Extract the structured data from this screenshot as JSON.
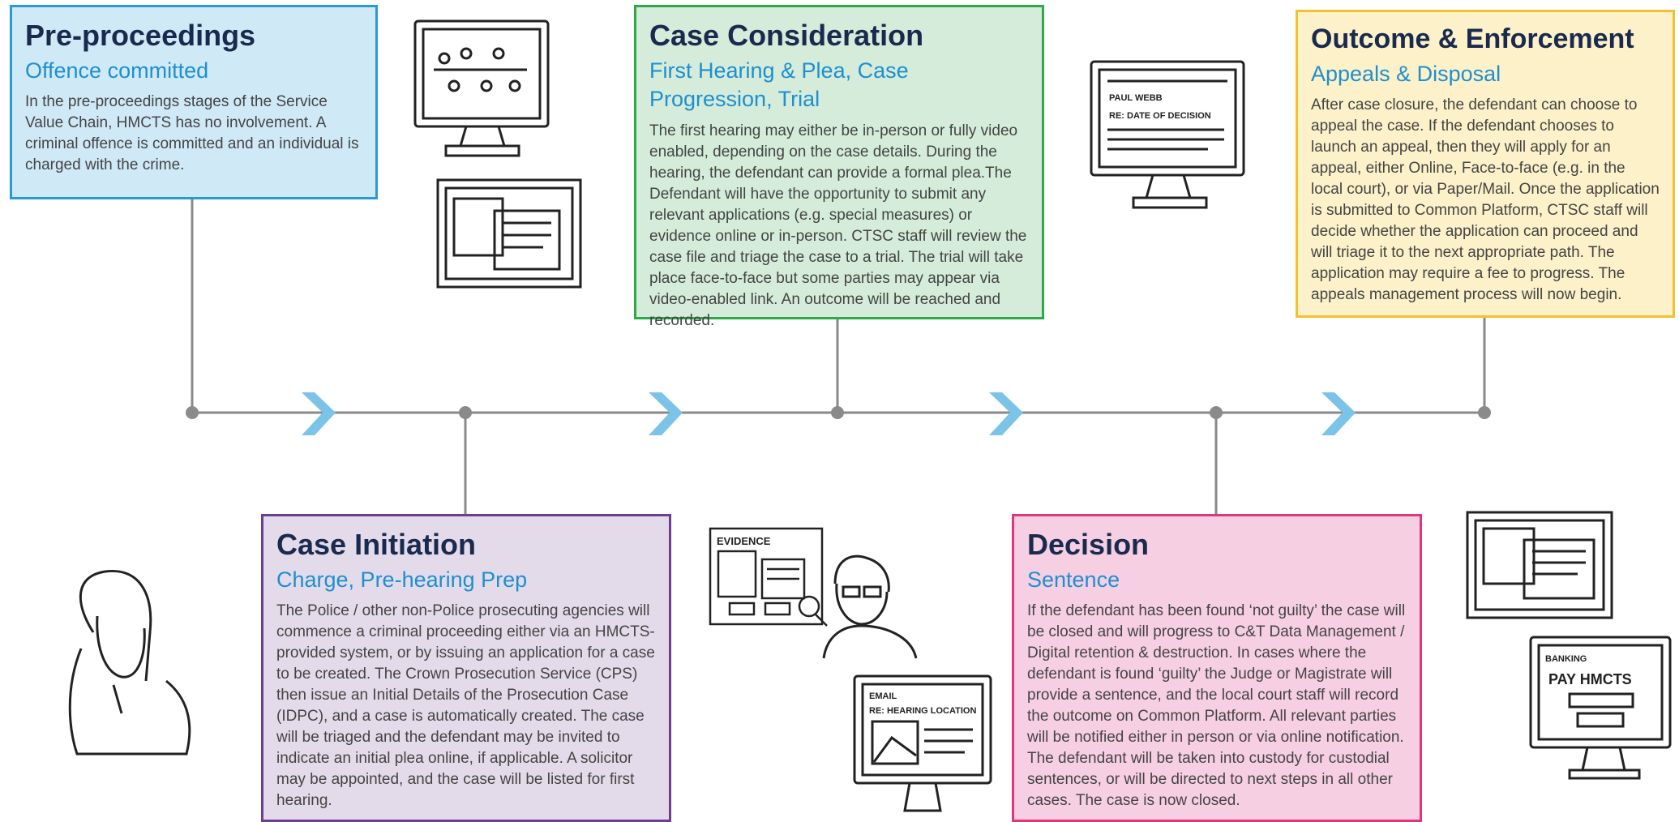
{
  "stages": {
    "pre_proceedings": {
      "title": "Pre-proceedings",
      "subtitle": "Offence committed",
      "body": "In the pre-proceedings stages of the Service Value Chain, HMCTS has no involvement. A criminal offence is committed and an individual is charged with the crime."
    },
    "case_consideration": {
      "title": "Case Consideration",
      "subtitle": "First Hearing & Plea, Case Progression, Trial",
      "body": "The first hearing may either be in-person or fully video enabled, depending on the case details. During the hearing, the defendant can provide a formal plea.The Defendant will have the opportunity to submit any relevant applications (e.g. special measures) or evidence online or in-person. CTSC staff will review the case file and triage the case to a trial. The trial will take place face-to-face but some parties may appear via video-enabled link. An outcome will be reached and recorded."
    },
    "outcome_enforcement": {
      "title": "Outcome & Enforcement",
      "subtitle": "Appeals & Disposal",
      "body": "After case closure, the defendant can choose to appeal the case. If the defendant chooses to launch an appeal, then they will apply for an appeal, either Online, Face-to-face (e.g. in the local court), or via Paper/Mail. Once the application is submitted to Common Platform, CTSC staff will decide whether the application can proceed and will triage it to the next appropriate path. The application may require a fee to progress. The appeals management process will now begin."
    },
    "case_initiation": {
      "title": "Case Initiation",
      "subtitle": "Charge, Pre-hearing Prep",
      "body": "The Police / other non-Police prosecuting agencies will commence a criminal proceeding either via an HMCTS-provided system, or by issuing an application for a case to be created. The Crown Prosecution Service (CPS) then issue an Initial Details of the Prosecution Case (IDPC), and a case is automatically created. The case will be triaged and the defendant may be invited to indicate an initial plea online, if applicable. A solicitor may be appointed, and the case will be listed for first hearing."
    },
    "decision": {
      "title": "Decision",
      "subtitle": "Sentence",
      "body": "If the defendant has been found ‘not guilty’ the case will be closed and will progress to C&T Data Management / Digital retention & destruction. In cases where the defendant is found ‘guilty’ the Judge or Magistrate will provide a sentence, and the local court staff will record the outcome on Common Platform. All relevant parties will be notified either in person or via online notification. The defendant will be taken into custody for custodial sentences, or will be directed to next steps in all other cases. The case is now closed."
    }
  },
  "sketches": {
    "monitor_1": {
      "text": []
    },
    "monitor_2": {
      "text": [
        "PAUL WEBB",
        "RE: DATE OF DECISION"
      ]
    },
    "evidence": {
      "text": [
        "EVIDENCE"
      ]
    },
    "email": {
      "text": [
        "EMAIL",
        "RE: HEARING LOCATION"
      ]
    },
    "payment": {
      "text": [
        "BANKING",
        "PAY HMCTS"
      ]
    }
  },
  "colors": {
    "line": "#8a8a8a",
    "chevron": "#7cc3e8",
    "pre_fill": "#cfe9f7",
    "consid_fill": "#d4ecd9",
    "outcome_fill": "#fcf1c8",
    "init_fill": "#e3dbe9",
    "decision_fill": "#f6cfe2"
  }
}
